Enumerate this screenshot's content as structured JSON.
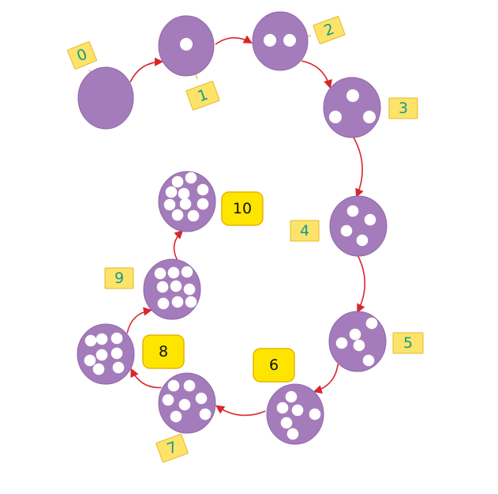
{
  "colors": {
    "circle": "#a57cbb",
    "circle_stroke": "#8e67a6",
    "dot": "#ffffff",
    "arrow": "#d9262c",
    "tag_fill": "#fde36a",
    "tag_stroke": "#e6b925",
    "tag_text": "#119c8e",
    "badge_fill": "#fde500",
    "badge_stroke": "#e8b200",
    "badge_text": "#111111"
  },
  "nodes": [
    {
      "count": 0,
      "label": "0",
      "label_style": "tag"
    },
    {
      "count": 1,
      "label": "1",
      "label_style": "tag"
    },
    {
      "count": 2,
      "label": "2",
      "label_style": "tag"
    },
    {
      "count": 3,
      "label": "3",
      "label_style": "tag"
    },
    {
      "count": 4,
      "label": "4",
      "label_style": "tag"
    },
    {
      "count": 5,
      "label": "5",
      "label_style": "tag"
    },
    {
      "count": 6,
      "label": "6",
      "label_style": "badge"
    },
    {
      "count": 7,
      "label": "7",
      "label_style": "tag"
    },
    {
      "count": 8,
      "label": "8",
      "label_style": "badge"
    },
    {
      "count": 9,
      "label": "9",
      "label_style": "tag"
    },
    {
      "count": 10,
      "label": "10",
      "label_style": "badge"
    }
  ]
}
